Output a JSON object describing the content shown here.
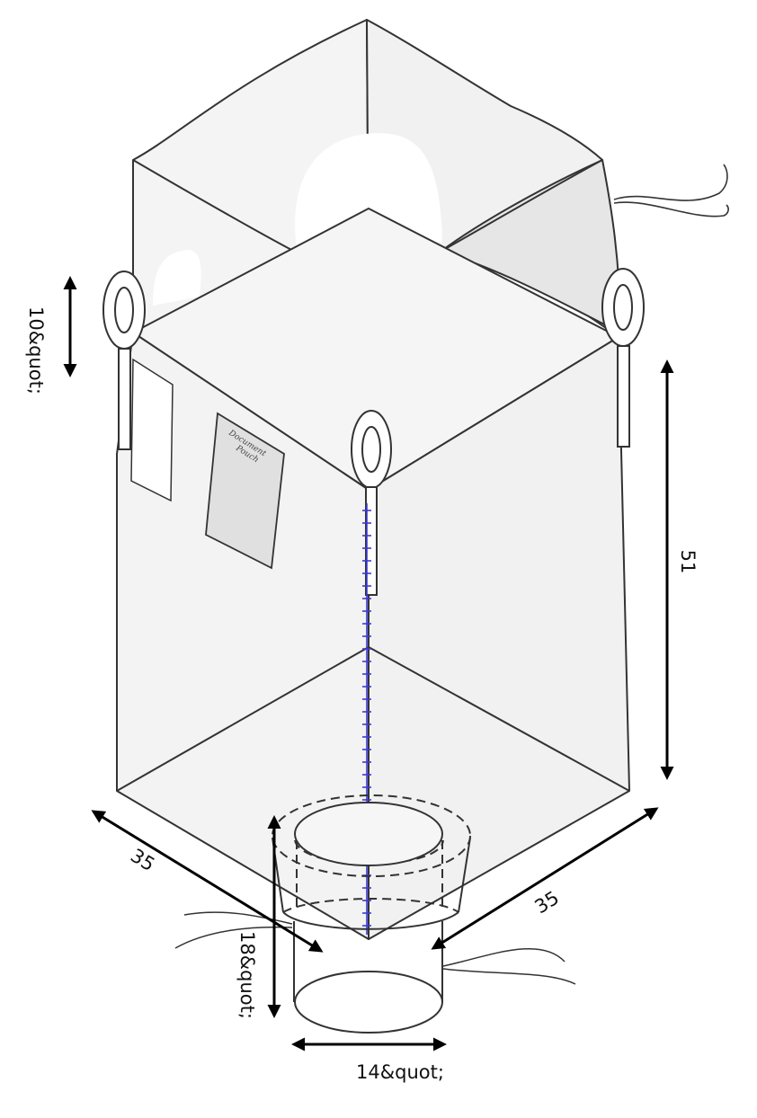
{
  "labels": {
    "loop_height": "10&quot;",
    "bag_height": "51",
    "base_left": "35",
    "base_right": "35",
    "spout_height": "18&quot;",
    "spout_diameter": "14&quot;",
    "pouch_line1": "Document",
    "pouch_line2": "Pouch"
  },
  "colors": {
    "outline": "#333333",
    "panel": "#f3f3f3",
    "panel_dark": "#e6e6e6",
    "pouch": "#e0e0e0",
    "stitch": "#3a3ad0",
    "arrow": "#000000"
  }
}
